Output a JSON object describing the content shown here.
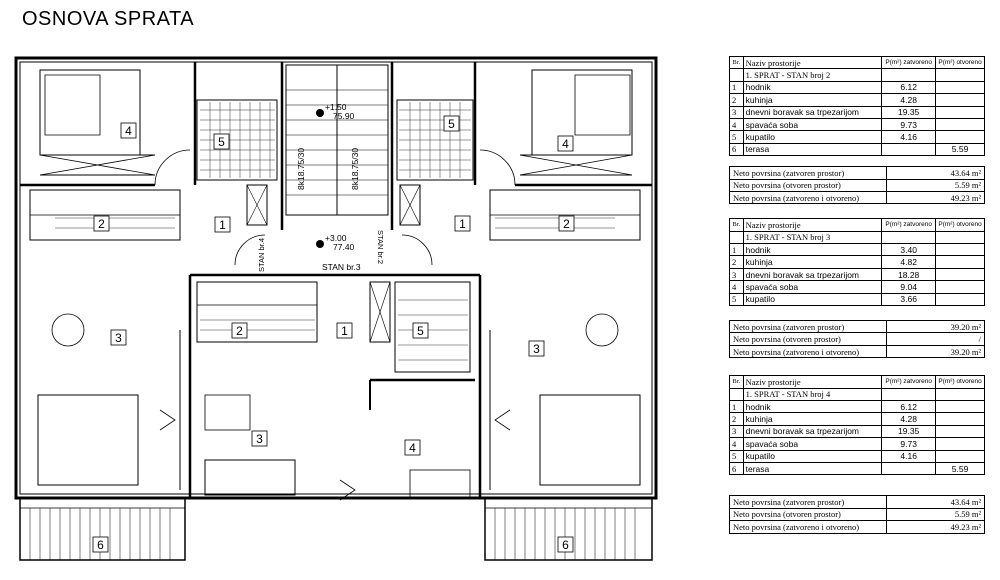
{
  "page_title": "OSNOVA SPRATA",
  "plan": {
    "room_labels": [
      "4",
      "5",
      "2",
      "1",
      "3",
      "6",
      "5",
      "4",
      "2",
      "1",
      "3",
      "6",
      "2",
      "1",
      "5",
      "3",
      "4"
    ],
    "stair_text": {
      "level_top": "+1.50",
      "level_top_sub": "75.90",
      "level_mid": "+3.00",
      "level_mid_sub": "77.40",
      "steps_left": "8k18.75/30",
      "steps_right": "8k18.75/30",
      "stan4": "STAN br.4",
      "stan2": "STAN br.2",
      "stan3": "STAN br.3"
    }
  },
  "tables": [
    {
      "header": {
        "br": "Br.",
        "naziv": "Naziv prostorije",
        "p1": "P(m²) zatvoreno",
        "p2": "P(m²) otvoreno"
      },
      "section": "1. SPRAT - STAN broj 2",
      "rows": [
        {
          "n": "1",
          "name": "hodnik",
          "closed": "6.12",
          "open": ""
        },
        {
          "n": "2",
          "name": "kuhinja",
          "closed": "4.28",
          "open": ""
        },
        {
          "n": "3",
          "name": "dnevni boravak sa trpezarijom",
          "closed": "19.35",
          "open": ""
        },
        {
          "n": "4",
          "name": "spavaća soba",
          "closed": "9.73",
          "open": ""
        },
        {
          "n": "5",
          "name": "kupatilo",
          "closed": "4.16",
          "open": ""
        },
        {
          "n": "6",
          "name": "terasa",
          "closed": "",
          "open": "5.59"
        }
      ],
      "summary": [
        {
          "label": "Neto povrsina (zatvoren prostor)",
          "value": "43.64 m²"
        },
        {
          "label": "Neto povrsina (otvoren prostor)",
          "value": "5.59 m²"
        },
        {
          "label": "Neto povrsina (zatvoreno i otvoreno)",
          "value": "49.23 m²"
        }
      ]
    },
    {
      "header": {
        "br": "Br.",
        "naziv": "Naziv prostorije",
        "p1": "P(m²) zatvoreno",
        "p2": "P(m²) otvoreno"
      },
      "section": "1. SPRAT - STAN broj 3",
      "rows": [
        {
          "n": "1",
          "name": "hodnik",
          "closed": "3.40",
          "open": ""
        },
        {
          "n": "2",
          "name": "kuhinja",
          "closed": "4.82",
          "open": ""
        },
        {
          "n": "3",
          "name": "dnevni boravak sa trpezarijom",
          "closed": "18.28",
          "open": ""
        },
        {
          "n": "4",
          "name": "spavaća soba",
          "closed": "9.04",
          "open": ""
        },
        {
          "n": "5",
          "name": "kupatilo",
          "closed": "3.66",
          "open": ""
        }
      ],
      "summary": [
        {
          "label": "Neto povrsina (zatvoren prostor)",
          "value": "39.20 m²"
        },
        {
          "label": "Neto povrsina (otvoren prostor)",
          "value": "/"
        },
        {
          "label": "Neto povrsina (zatvoreno i otvoreno)",
          "value": "39.20 m²"
        }
      ]
    },
    {
      "header": {
        "br": "Br.",
        "naziv": "Naziv prostorije",
        "p1": "P(m²) zatvoreno",
        "p2": "P(m²) otvoreno"
      },
      "section": "1. SPRAT - STAN broj 4",
      "rows": [
        {
          "n": "1",
          "name": "hodnik",
          "closed": "6.12",
          "open": ""
        },
        {
          "n": "2",
          "name": "kuhinja",
          "closed": "4.28",
          "open": ""
        },
        {
          "n": "3",
          "name": "dnevni boravak sa trpezarijom",
          "closed": "19.35",
          "open": ""
        },
        {
          "n": "4",
          "name": "spavaća soba",
          "closed": "9.73",
          "open": ""
        },
        {
          "n": "5",
          "name": "kupatilo",
          "closed": "4.16",
          "open": ""
        },
        {
          "n": "6",
          "name": "terasa",
          "closed": "",
          "open": "5.59"
        }
      ],
      "summary": [
        {
          "label": "Neto povrsina (zatvoren prostor)",
          "value": "43.64 m²"
        },
        {
          "label": "Neto povrsina (otvoren prostor)",
          "value": "5.59 m²"
        },
        {
          "label": "Neto povrsina (zatvoreno i otvoreno)",
          "value": "49.23 m²"
        }
      ]
    }
  ]
}
